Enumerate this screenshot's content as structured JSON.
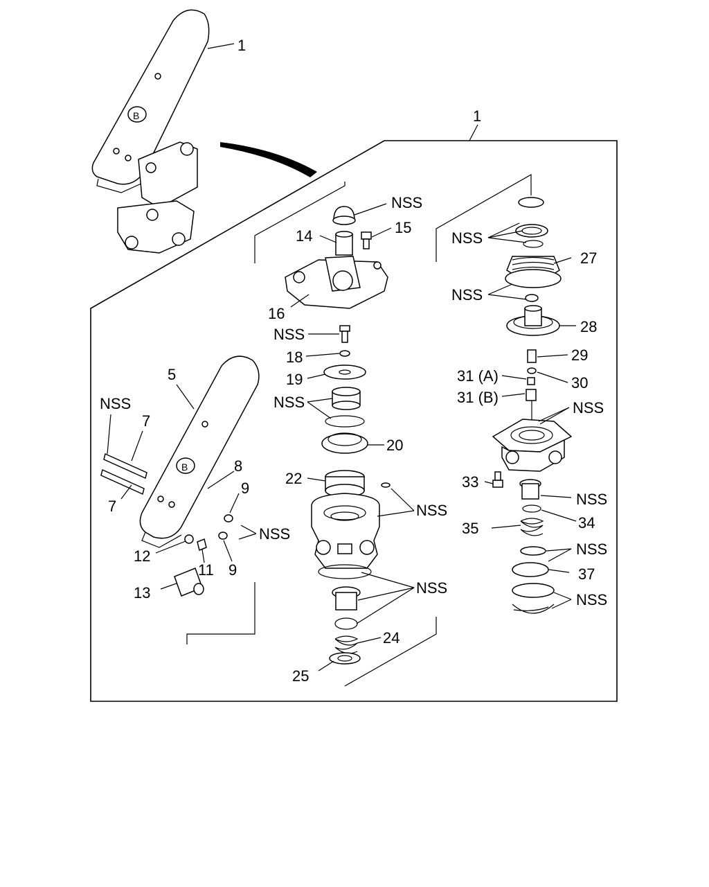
{
  "labels": {
    "p1_top": "1",
    "p1_box": "1",
    "nss": "NSS",
    "p5": "5",
    "p7a": "7",
    "p7b": "7",
    "p8": "8",
    "p9a": "9",
    "p9b": "9",
    "p11": "11",
    "p12": "12",
    "p13": "13",
    "p14": "14",
    "p15": "15",
    "p16": "16",
    "p18": "18",
    "p19": "19",
    "p20": "20",
    "p22": "22",
    "p24": "24",
    "p25": "25",
    "p27": "27",
    "p28": "28",
    "p29": "29",
    "p30": "30",
    "p31a": "31 (A)",
    "p31b": "31 (B)",
    "p33": "33",
    "p34": "34",
    "p35": "35",
    "p37": "37"
  }
}
